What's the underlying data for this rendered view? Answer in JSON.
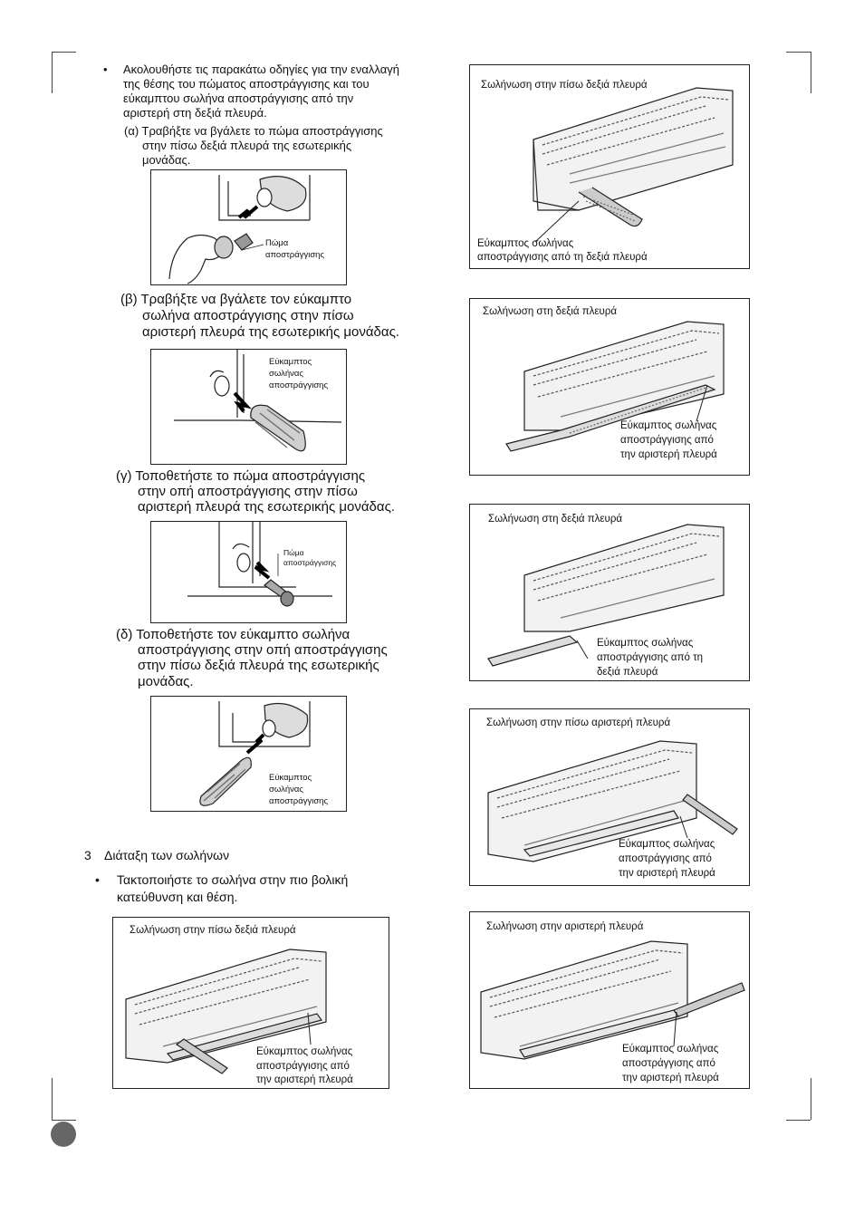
{
  "intro": {
    "bullet": "•",
    "lines": [
      "Ακολουθήστε τις παρακάτω οδηγίες για την εναλλαγή",
      "της θέσης του πώματος αποστράγγισης και του",
      "εύκαμπτου σωλήνα αποστράγγισης από την",
      "αριστερή στη δεξιά πλευρά."
    ]
  },
  "step_a": {
    "lines": [
      "(α) Τραβήξτε να βγάλετε το πώμα αποστράγγισης",
      "στην πίσω δεξιά πλευρά της εσωτερικής",
      "μονάδας."
    ],
    "label": [
      "Πώμα",
      "αποστράγγισης"
    ]
  },
  "step_b": {
    "lines": [
      "(β) Τραβήξτε να βγάλετε τον εύκαμπτο",
      "σωλήνα αποστράγγισης στην πίσω",
      "αριστερή πλευρά της εσωτερικής μονάδας."
    ],
    "label": [
      "Εύκαμπτος",
      "σωλήνας",
      "αποστράγγισης"
    ]
  },
  "step_c": {
    "lines": [
      "(γ) Τοποθετήστε το πώμα αποστράγγισης",
      "στην οπή αποστράγγισης στην πίσω",
      "αριστερή πλευρά της εσωτερικής μονάδας."
    ],
    "label": [
      "Πώμα",
      "αποστράγγισης"
    ]
  },
  "step_d": {
    "lines": [
      "(δ) Τοποθετήστε τον εύκαμπτο σωλήνα",
      "αποστράγγισης στην οπή αποστράγγισης",
      "στην πίσω δεξιά πλευρά της εσωτερικής",
      "μονάδας."
    ],
    "label": [
      "Εύκαμπτος",
      "σωλήνας",
      "αποστράγγισης"
    ]
  },
  "section3": {
    "number": "3",
    "title": "Διάταξη των σωλήνων",
    "bullet": "•",
    "lines": [
      "Τακτοποιήστε το σωλήνα στην πιο βολική",
      "κατεύθυνση και θέση."
    ]
  },
  "figures": [
    {
      "title": "Σωλήνωση στην πίσω δεξιά πλευρά",
      "caption": [
        "Εύκαμπτος σωλήνας",
        "αποστράγγισης από τη δεξιά πλευρά"
      ]
    },
    {
      "title": "Σωλήνωση στη δεξιά πλευρά",
      "caption": [
        "Εύκαμπτος σωλήνας",
        "αποστράγγισης από",
        "την αριστερή πλευρά"
      ]
    },
    {
      "title": "Σωλήνωση στη δεξιά πλευρά",
      "caption": [
        "Εύκαμπτος σωλήνας",
        "αποστράγγισης από τη",
        "δεξιά πλευρά"
      ]
    },
    {
      "title": "Σωλήνωση στην πίσω αριστερή πλευρά",
      "caption": [
        "Εύκαμπτος σωλήνας",
        "αποστράγγισης από",
        "την αριστερή πλευρά"
      ]
    },
    {
      "title": "Σωλήνωση στην αριστερή πλευρά",
      "caption": [
        "Εύκαμπτος σωλήνας",
        "αποστράγγισης από",
        "την αριστερή πλευρά"
      ]
    },
    {
      "title": "Σωλήνωση στην πίσω δεξιά πλευρά",
      "caption": [
        "Εύκαμπτος σωλήνας",
        "αποστράγγισης από",
        "την αριστερή πλευρά"
      ]
    }
  ]
}
